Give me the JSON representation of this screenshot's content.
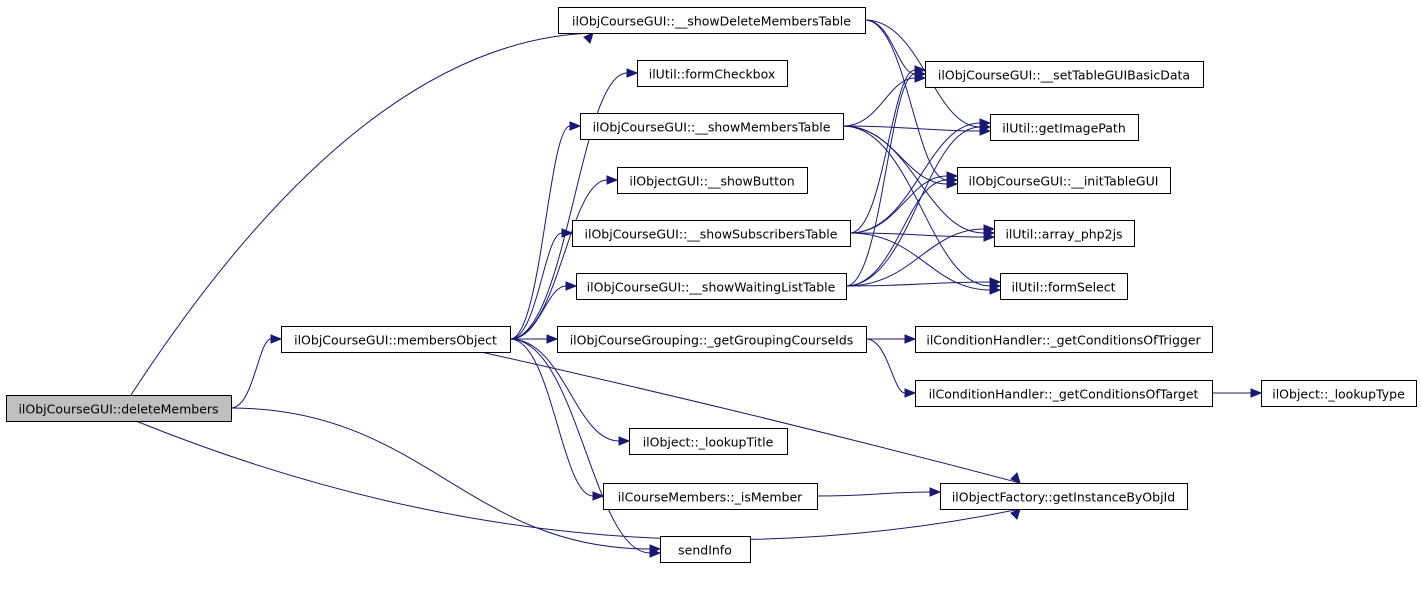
{
  "diagram": {
    "type": "call-graph",
    "colors": {
      "edge": "#191970",
      "root_fill": "#bfbfbf",
      "node_fill": "#ffffff",
      "border": "#000000"
    },
    "nodes": [
      {
        "id": "deleteMembers",
        "label": "ilObjCourseGUI::deleteMembers",
        "root": true
      },
      {
        "id": "membersObject",
        "label": "ilObjCourseGUI::membersObject"
      },
      {
        "id": "showDeleteMembersTable",
        "label": "ilObjCourseGUI::__showDeleteMembersTable"
      },
      {
        "id": "formCheckbox",
        "label": "ilUtil::formCheckbox"
      },
      {
        "id": "showMembersTable",
        "label": "ilObjCourseGUI::__showMembersTable"
      },
      {
        "id": "showButton",
        "label": "ilObjectGUI::__showButton"
      },
      {
        "id": "showSubscribersTable",
        "label": "ilObjCourseGUI::__showSubscribersTable"
      },
      {
        "id": "showWaitingListTable",
        "label": "ilObjCourseGUI::__showWaitingListTable"
      },
      {
        "id": "getGroupingCourseIds",
        "label": "ilObjCourseGrouping::_getGroupingCourseIds"
      },
      {
        "id": "lookupTitle",
        "label": "ilObject::_lookupTitle"
      },
      {
        "id": "isMember",
        "label": "ilCourseMembers::_isMember"
      },
      {
        "id": "sendInfo",
        "label": "sendInfo"
      },
      {
        "id": "setTableGUIBasicData",
        "label": "ilObjCourseGUI::__setTableGUIBasicData"
      },
      {
        "id": "getImagePath",
        "label": "ilUtil::getImagePath"
      },
      {
        "id": "initTableGUI",
        "label": "ilObjCourseGUI::__initTableGUI"
      },
      {
        "id": "arrayPhp2js",
        "label": "ilUtil::array_php2js"
      },
      {
        "id": "formSelect",
        "label": "ilUtil::formSelect"
      },
      {
        "id": "getConditionsOfTrigger",
        "label": "ilConditionHandler::_getConditionsOfTrigger"
      },
      {
        "id": "getConditionsOfTarget",
        "label": "ilConditionHandler::_getConditionsOfTarget"
      },
      {
        "id": "lookupType",
        "label": "ilObject::_lookupType"
      },
      {
        "id": "getInstanceByObjId",
        "label": "ilObjectFactory::getInstanceByObjId"
      }
    ],
    "edges": [
      [
        "deleteMembers",
        "showDeleteMembersTable"
      ],
      [
        "deleteMembers",
        "membersObject"
      ],
      [
        "deleteMembers",
        "sendInfo"
      ],
      [
        "deleteMembers",
        "getInstanceByObjId"
      ],
      [
        "membersObject",
        "formCheckbox"
      ],
      [
        "membersObject",
        "showMembersTable"
      ],
      [
        "membersObject",
        "showButton"
      ],
      [
        "membersObject",
        "showSubscribersTable"
      ],
      [
        "membersObject",
        "showWaitingListTable"
      ],
      [
        "membersObject",
        "getGroupingCourseIds"
      ],
      [
        "membersObject",
        "lookupTitle"
      ],
      [
        "membersObject",
        "isMember"
      ],
      [
        "membersObject",
        "sendInfo"
      ],
      [
        "membersObject",
        "getInstanceByObjId"
      ],
      [
        "showDeleteMembersTable",
        "setTableGUIBasicData"
      ],
      [
        "showDeleteMembersTable",
        "getImagePath"
      ],
      [
        "showDeleteMembersTable",
        "initTableGUI"
      ],
      [
        "showMembersTable",
        "setTableGUIBasicData"
      ],
      [
        "showMembersTable",
        "getImagePath"
      ],
      [
        "showMembersTable",
        "initTableGUI"
      ],
      [
        "showMembersTable",
        "arrayPhp2js"
      ],
      [
        "showMembersTable",
        "formSelect"
      ],
      [
        "showSubscribersTable",
        "setTableGUIBasicData"
      ],
      [
        "showSubscribersTable",
        "getImagePath"
      ],
      [
        "showSubscribersTable",
        "initTableGUI"
      ],
      [
        "showSubscribersTable",
        "arrayPhp2js"
      ],
      [
        "showSubscribersTable",
        "formSelect"
      ],
      [
        "showWaitingListTable",
        "setTableGUIBasicData"
      ],
      [
        "showWaitingListTable",
        "getImagePath"
      ],
      [
        "showWaitingListTable",
        "initTableGUI"
      ],
      [
        "showWaitingListTable",
        "arrayPhp2js"
      ],
      [
        "showWaitingListTable",
        "formSelect"
      ],
      [
        "getGroupingCourseIds",
        "getConditionsOfTrigger"
      ],
      [
        "getGroupingCourseIds",
        "getConditionsOfTarget"
      ],
      [
        "getConditionsOfTarget",
        "lookupType"
      ],
      [
        "isMember",
        "getInstanceByObjId"
      ]
    ]
  }
}
